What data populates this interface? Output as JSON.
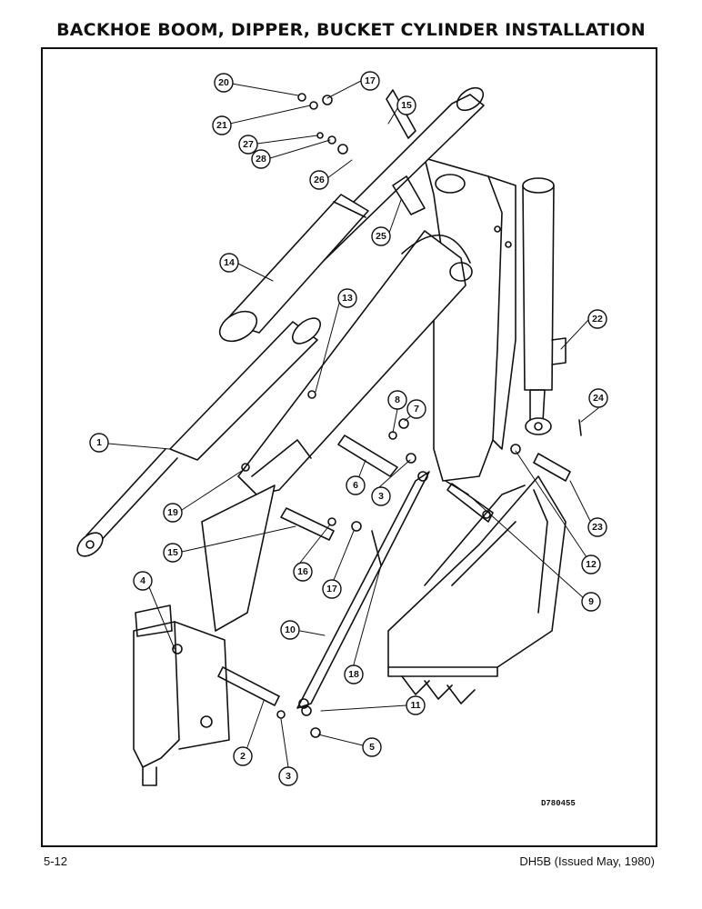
{
  "page": {
    "title": "BACKHOE BOOM, DIPPER, BUCKET CYLINDER INSTALLATION",
    "page_number": "5-12",
    "doc_ref": "DH5B (Issued May, 1980)",
    "drawing_code": "D780455"
  },
  "callouts": [
    {
      "id": "c20",
      "label": "20"
    },
    {
      "id": "c17a",
      "label": "17"
    },
    {
      "id": "c15a",
      "label": "15"
    },
    {
      "id": "c21",
      "label": "21"
    },
    {
      "id": "c27",
      "label": "27"
    },
    {
      "id": "c28",
      "label": "28"
    },
    {
      "id": "c26",
      "label": "26"
    },
    {
      "id": "c25",
      "label": "25"
    },
    {
      "id": "c14",
      "label": "14"
    },
    {
      "id": "c13",
      "label": "13"
    },
    {
      "id": "c22",
      "label": "22"
    },
    {
      "id": "c8",
      "label": "8"
    },
    {
      "id": "c7",
      "label": "7"
    },
    {
      "id": "c24",
      "label": "24"
    },
    {
      "id": "c1",
      "label": "1"
    },
    {
      "id": "c6",
      "label": "6"
    },
    {
      "id": "c3a",
      "label": "3"
    },
    {
      "id": "c19",
      "label": "19"
    },
    {
      "id": "c23",
      "label": "23"
    },
    {
      "id": "c12",
      "label": "12"
    },
    {
      "id": "c15b",
      "label": "15"
    },
    {
      "id": "c16",
      "label": "16"
    },
    {
      "id": "c17b",
      "label": "17"
    },
    {
      "id": "c9",
      "label": "9"
    },
    {
      "id": "c4",
      "label": "4"
    },
    {
      "id": "c10",
      "label": "10"
    },
    {
      "id": "c18",
      "label": "18"
    },
    {
      "id": "c11",
      "label": "11"
    },
    {
      "id": "c2",
      "label": "2"
    },
    {
      "id": "c5",
      "label": "5"
    },
    {
      "id": "c3b",
      "label": "3"
    }
  ]
}
